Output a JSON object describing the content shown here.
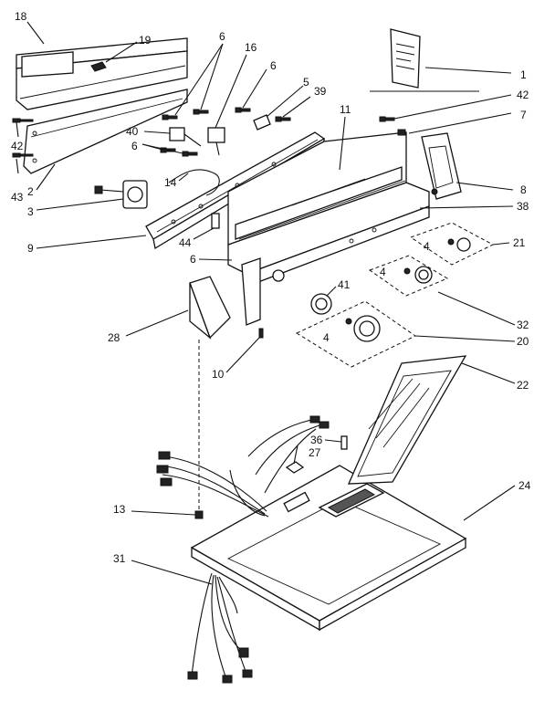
{
  "callouts": [
    {
      "id": "c18",
      "text": "18"
    },
    {
      "id": "c19",
      "text": "19"
    },
    {
      "id": "c6a",
      "text": "6"
    },
    {
      "id": "c16",
      "text": "16"
    },
    {
      "id": "c6b",
      "text": "6"
    },
    {
      "id": "c5",
      "text": "5"
    },
    {
      "id": "c39",
      "text": "39"
    },
    {
      "id": "c1",
      "text": "1"
    },
    {
      "id": "c42a",
      "text": "42"
    },
    {
      "id": "c7",
      "text": "7"
    },
    {
      "id": "c11",
      "text": "11"
    },
    {
      "id": "c40",
      "text": "40"
    },
    {
      "id": "c6c",
      "text": "6"
    },
    {
      "id": "c14",
      "text": "14"
    },
    {
      "id": "c42b",
      "text": "42"
    },
    {
      "id": "c43",
      "text": "43"
    },
    {
      "id": "c2",
      "text": "2"
    },
    {
      "id": "c3",
      "text": "3"
    },
    {
      "id": "c8",
      "text": "8"
    },
    {
      "id": "c38",
      "text": "38"
    },
    {
      "id": "c9",
      "text": "9"
    },
    {
      "id": "c44",
      "text": "44"
    },
    {
      "id": "c4a",
      "text": "4"
    },
    {
      "id": "c21",
      "text": "21"
    },
    {
      "id": "c6d",
      "text": "6"
    },
    {
      "id": "c4b",
      "text": "4"
    },
    {
      "id": "c41",
      "text": "41"
    },
    {
      "id": "c32",
      "text": "32"
    },
    {
      "id": "c28",
      "text": "28"
    },
    {
      "id": "c4c",
      "text": "4"
    },
    {
      "id": "c20",
      "text": "20"
    },
    {
      "id": "c10",
      "text": "10"
    },
    {
      "id": "c22",
      "text": "22"
    },
    {
      "id": "c36",
      "text": "36"
    },
    {
      "id": "c27",
      "text": "27"
    },
    {
      "id": "c24",
      "text": "24"
    },
    {
      "id": "c13",
      "text": "13"
    },
    {
      "id": "c31",
      "text": "31"
    }
  ]
}
